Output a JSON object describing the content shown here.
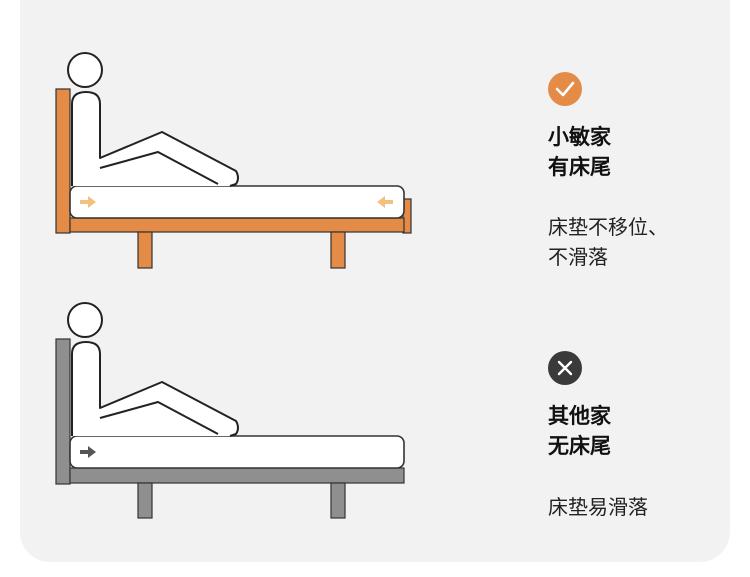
{
  "colors": {
    "orange": "#e38b47",
    "arrow_orange": "#f6bf82",
    "gray_frame": "#8f8f8f",
    "dark_badge": "#3a3a3a",
    "card_bg": "#f2f2f2"
  },
  "good": {
    "badge_icon": "check-icon",
    "title_lines": [
      "小敏家",
      "有床尾"
    ],
    "desc_lines": [
      "床垫不移位、",
      "不滑落"
    ]
  },
  "bad": {
    "badge_icon": "x-icon",
    "title_lines": [
      "其他家",
      "无床尾"
    ],
    "desc_lines": [
      "床垫易滑落"
    ]
  }
}
